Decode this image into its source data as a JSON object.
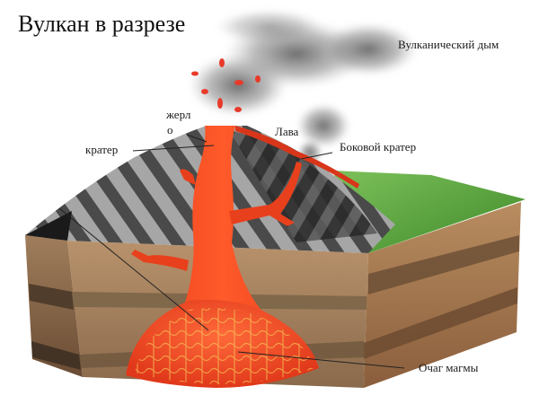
{
  "title": "Вулкан в разрезе",
  "labels": {
    "smoke": "Вулканический дым",
    "vent_line1": "жерл",
    "vent_line2": "о",
    "crater": "кратер",
    "lava": "Лава",
    "side_crater": "Боковой кратер",
    "magma_chamber": "Очаг магмы"
  },
  "colors": {
    "background": "#ffffff",
    "lava": "#f04a1e",
    "lava_dark": "#d8361a",
    "magma_veins": "#f5c24a",
    "ash_layer_light": "#9a9a9a",
    "ash_layer_dark": "#3a3a3a",
    "soil_light": "#b08a64",
    "soil_dark": "#5e4430",
    "grass": "#5fae3c",
    "smoke": "#7a7a7a",
    "leader_line": "#222222"
  }
}
